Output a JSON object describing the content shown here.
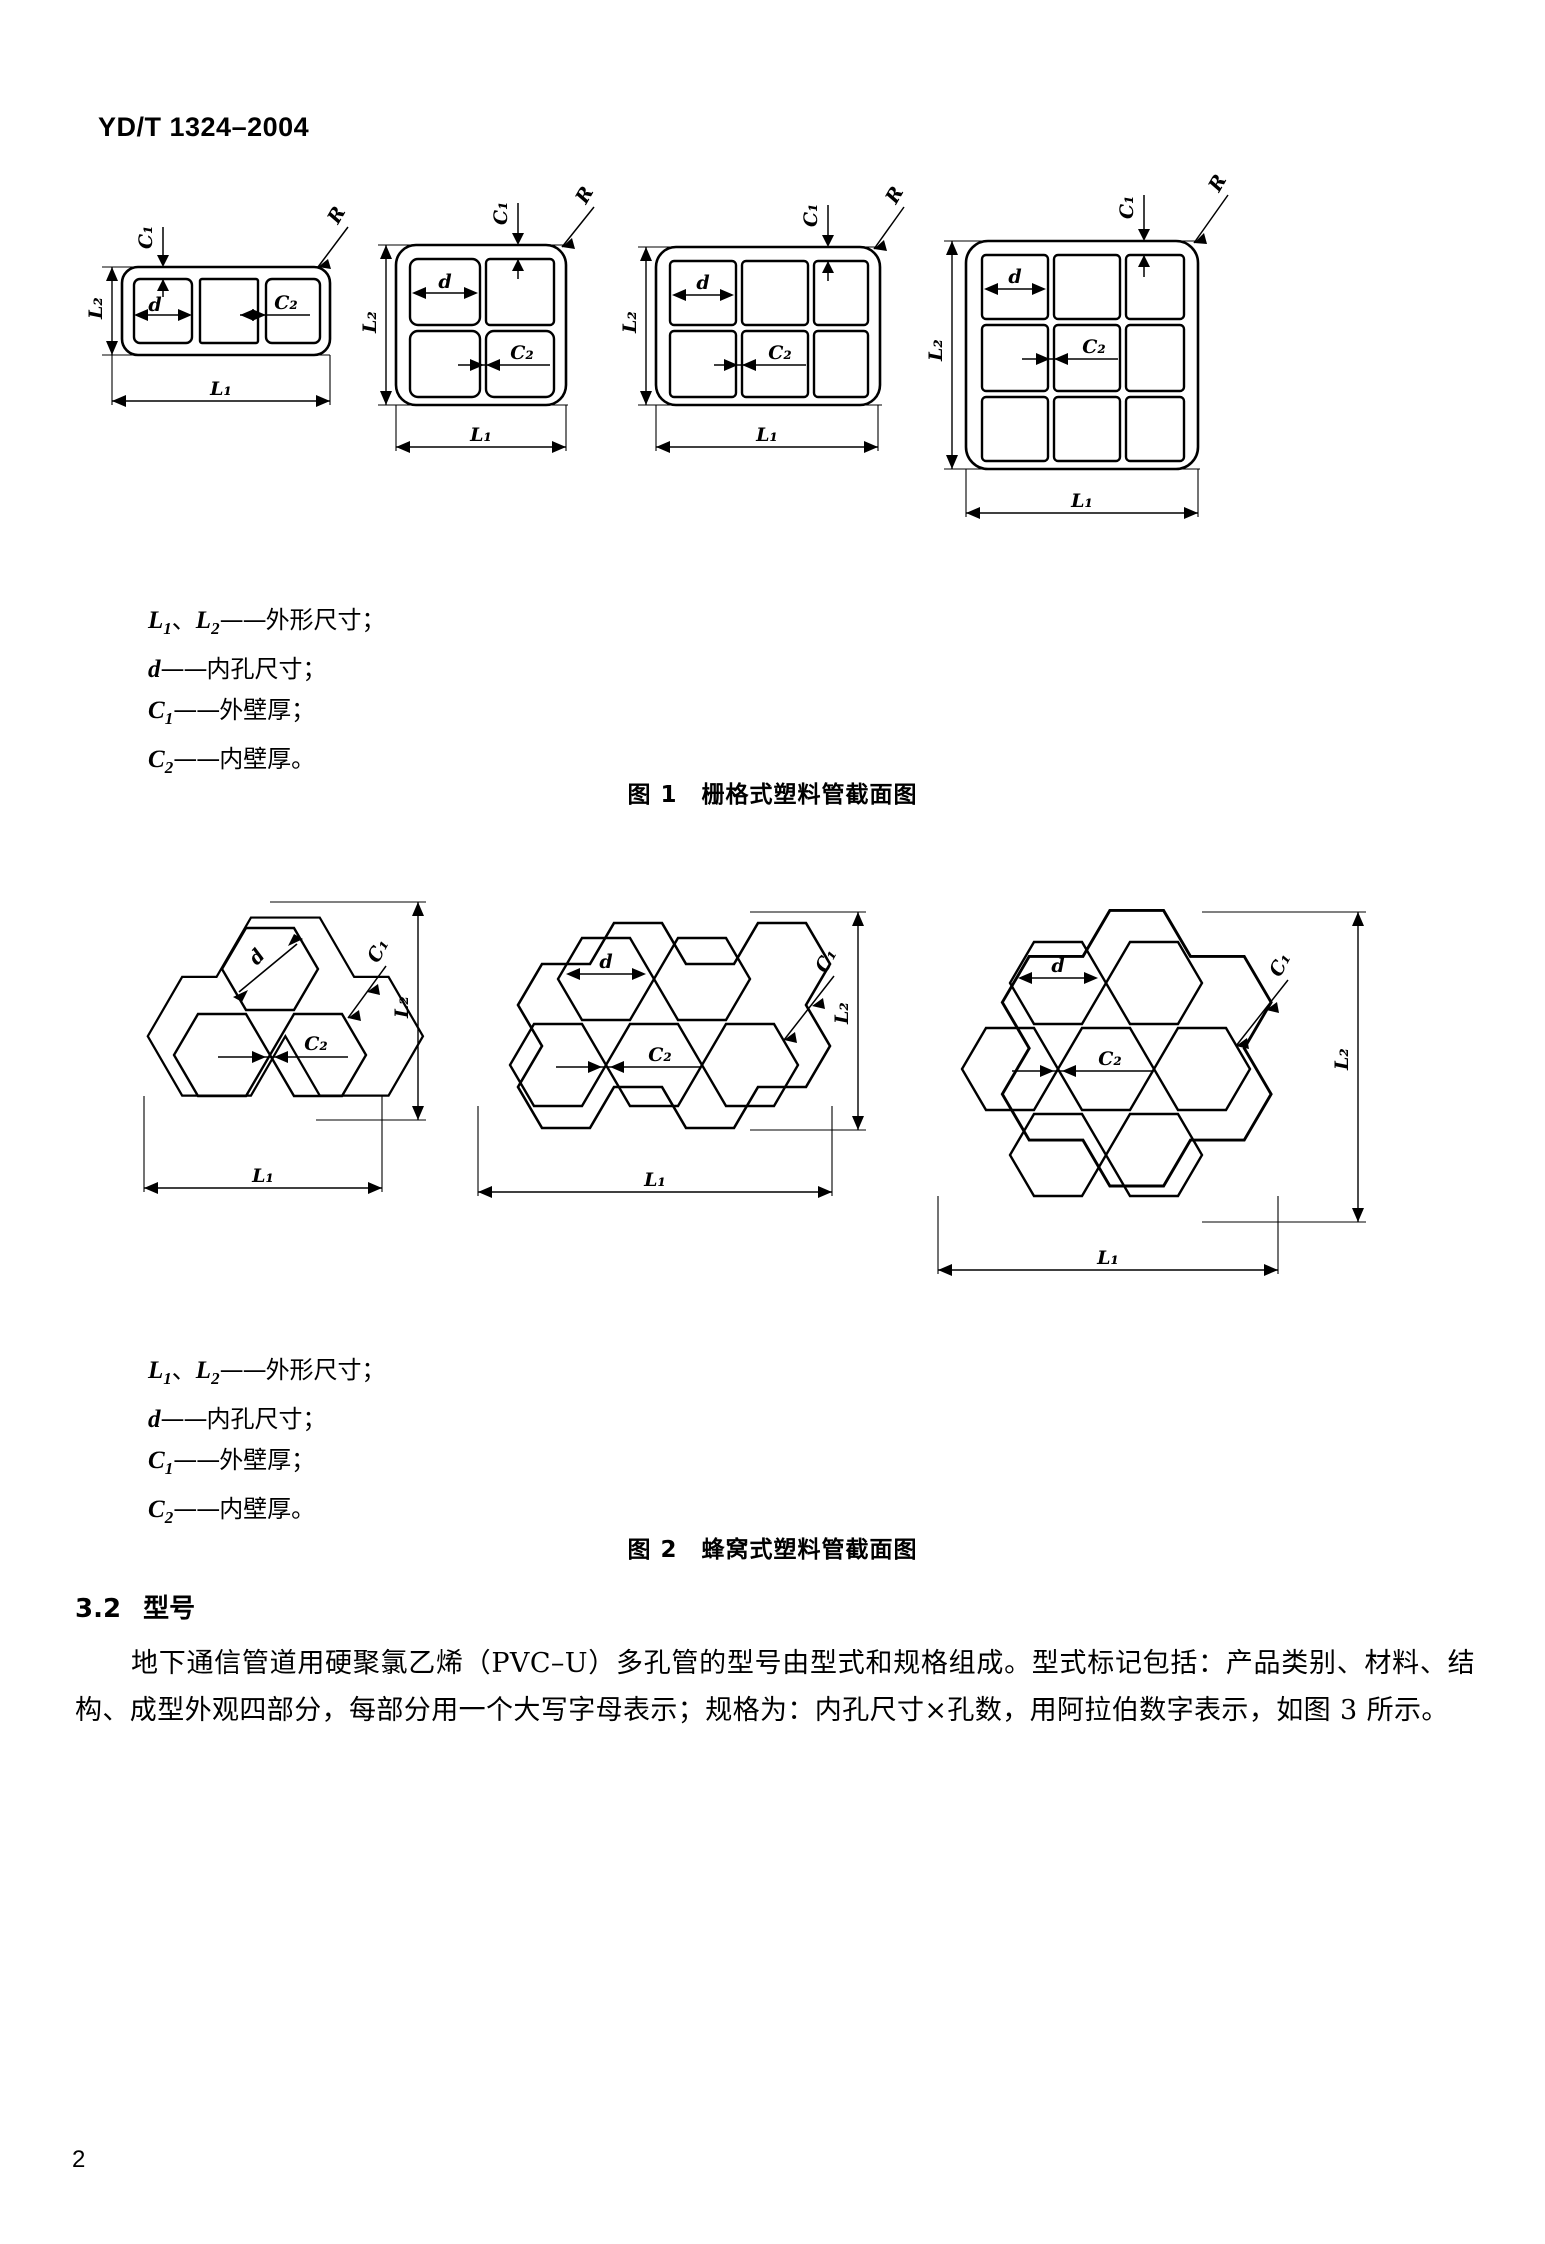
{
  "header": {
    "standard_number": "YD/T 1324–2004"
  },
  "page_number": "2",
  "figure1": {
    "caption": "图 1　栅格式塑料管截面图",
    "diagrams": [
      {
        "name": "grid-1x3",
        "rows": 1,
        "cols": 3,
        "labels": [
          "C1",
          "R",
          "L2",
          "d",
          "C2",
          "L1"
        ]
      },
      {
        "name": "grid-2x2",
        "rows": 2,
        "cols": 2,
        "labels": [
          "C1",
          "R",
          "L2",
          "d",
          "C2",
          "L1"
        ]
      },
      {
        "name": "grid-2x3",
        "rows": 2,
        "cols": 3,
        "labels": [
          "C1",
          "R",
          "L2",
          "d",
          "C2",
          "L1"
        ]
      },
      {
        "name": "grid-3x3",
        "rows": 3,
        "cols": 3,
        "labels": [
          "C1",
          "R",
          "L2",
          "d",
          "C2",
          "L1"
        ]
      }
    ],
    "legend": [
      {
        "symbol": "L",
        "sub": "1",
        "symbol2": "L",
        "sub2": "2",
        "sep": "、",
        "dash": "——",
        "text": "外形尺寸；"
      },
      {
        "symbol": "d",
        "sub": "",
        "dash": "——",
        "text": "内孔尺寸；"
      },
      {
        "symbol": "C",
        "sub": "1",
        "dash": "——",
        "text": "外壁厚；"
      },
      {
        "symbol": "C",
        "sub": "2",
        "dash": "——",
        "text": "内壁厚。"
      }
    ]
  },
  "figure2": {
    "caption": "图 2　蜂窝式塑料管截面图",
    "diagrams": [
      {
        "name": "honeycomb-3",
        "cells": 3,
        "labels": [
          "C1",
          "C2",
          "d",
          "L1",
          "L2"
        ]
      },
      {
        "name": "honeycomb-5",
        "cells": 5,
        "labels": [
          "C1",
          "C2",
          "d",
          "L1",
          "L2"
        ]
      },
      {
        "name": "honeycomb-7",
        "cells": 7,
        "labels": [
          "C1",
          "C2",
          "d",
          "L1",
          "L2"
        ]
      }
    ],
    "legend": [
      {
        "symbol": "L",
        "sub": "1",
        "symbol2": "L",
        "sub2": "2",
        "sep": "、",
        "dash": "——",
        "text": "外形尺寸；"
      },
      {
        "symbol": "d",
        "sub": "",
        "dash": "——",
        "text": "内孔尺寸；"
      },
      {
        "symbol": "C",
        "sub": "1",
        "dash": "——",
        "text": "外壁厚；"
      },
      {
        "symbol": "C",
        "sub": "2",
        "dash": "——",
        "text": "内壁厚。"
      }
    ]
  },
  "section": {
    "number": "3.2",
    "title": "型号",
    "paragraph": "地下通信管道用硬聚氯乙烯（PVC–U）多孔管的型号由型式和规格组成。型式标记包括：产品类别、材料、结构、成型外观四部分，每部分用一个大写字母表示；规格为：内孔尺寸×孔数，用阿拉伯数字表示，如图 3 所示。"
  },
  "symbols": {
    "L1": "L₁",
    "L2": "L₂",
    "C1": "C₁",
    "C2": "C₂",
    "d": "d",
    "R": "R"
  }
}
